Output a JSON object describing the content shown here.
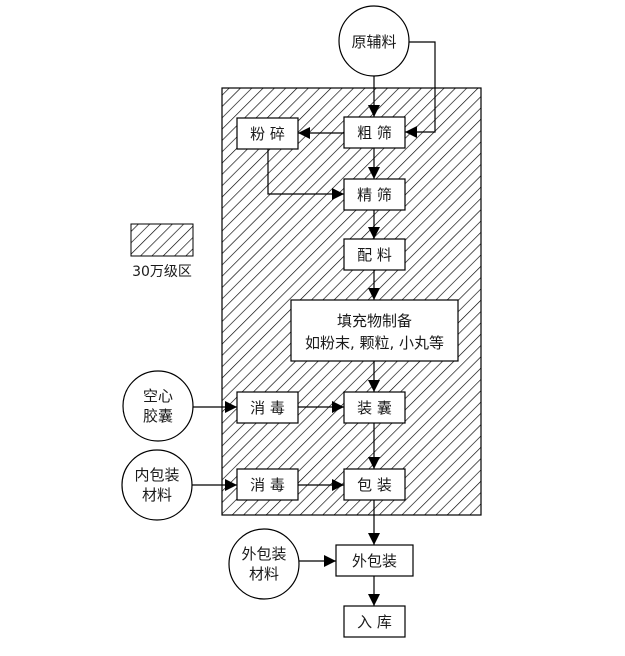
{
  "diagram": {
    "title": "",
    "legend": {
      "label": "30万级区",
      "meaning": "hatched-clean-zone"
    },
    "colors": {
      "line": "#000000",
      "box_fill": "#ffffff",
      "hatch": "#000000"
    },
    "sources": {
      "raw_materials": "原辅料",
      "empty_capsules_line1": "空心",
      "empty_capsules_line2": "胶囊",
      "inner_packaging_line1": "内包装",
      "inner_packaging_line2": "材料",
      "outer_packaging_line1": "外包装",
      "outer_packaging_line2": "材料"
    },
    "steps": {
      "crushing": "粉 碎",
      "coarse_sieve": "粗 筛",
      "fine_sieve": "精 筛",
      "batching": "配 料",
      "filler_prep_line1": "填充物制备",
      "filler_prep_line2": "如粉末, 颗粒, 小丸等",
      "disinfect_1": "消 毒",
      "encapsulation": "装 囊",
      "disinfect_2": "消 毒",
      "packaging": "包 装",
      "outer_packaging": "外包装",
      "warehousing": "入 库"
    },
    "edges": [
      {
        "from": "原辅料",
        "to": "粗筛"
      },
      {
        "from": "原辅料",
        "to": "粗筛",
        "route": "bypass-right"
      },
      {
        "from": "粗筛",
        "to": "粉碎"
      },
      {
        "from": "粉碎",
        "to": "精筛"
      },
      {
        "from": "粗筛",
        "to": "精筛"
      },
      {
        "from": "精筛",
        "to": "配料"
      },
      {
        "from": "配料",
        "to": "填充物制备"
      },
      {
        "from": "填充物制备",
        "to": "装囊"
      },
      {
        "from": "空心胶囊",
        "to": "消毒"
      },
      {
        "from": "消毒",
        "to": "装囊"
      },
      {
        "from": "装囊",
        "to": "包装"
      },
      {
        "from": "内包装材料",
        "to": "消毒"
      },
      {
        "from": "消毒",
        "to": "包装"
      },
      {
        "from": "包装",
        "to": "外包装"
      },
      {
        "from": "外包装材料",
        "to": "外包装"
      },
      {
        "from": "外包装",
        "to": "入库"
      }
    ]
  }
}
